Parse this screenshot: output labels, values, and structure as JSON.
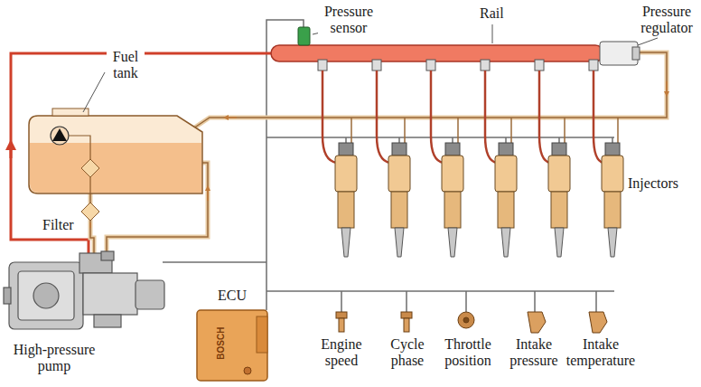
{
  "diagram": {
    "labels": [
      "Pressure sensor",
      "Rail",
      "Pressure regulator",
      "Fuel tank",
      "Injectors",
      "Filter",
      "ECU",
      "BOSCH",
      "High-pressure pump",
      "Engine speed",
      "Cycle phase",
      "Throttle position",
      "Intake pressure",
      "Intake temperature"
    ]
  }
}
